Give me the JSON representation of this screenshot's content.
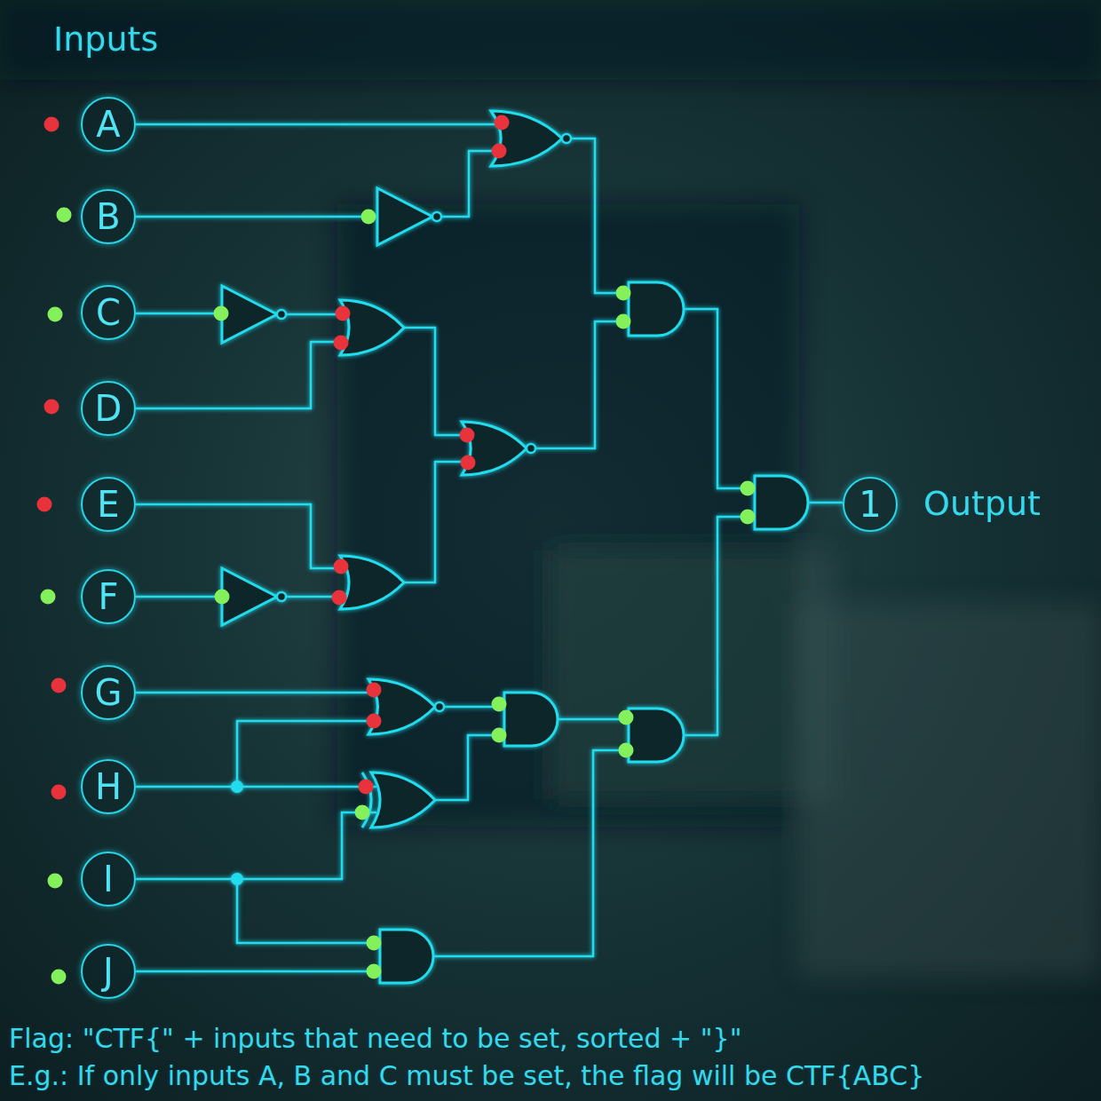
{
  "diagram": {
    "title": "Inputs",
    "nodes": [
      {
        "text": [
          "A"
        ]
      },
      {
        "text": [
          "B"
        ]
      },
      {
        "text": [
          "C"
        ]
      },
      {
        "text": [
          "D"
        ]
      },
      {
        "text": [
          "E"
        ]
      },
      {
        "text": [
          "F"
        ]
      },
      {
        "text": [
          "G"
        ]
      },
      {
        "text": [
          "H"
        ]
      },
      {
        "text": [
          "I"
        ]
      },
      {
        "text": [
          "J"
        ]
      },
      {
        "text": [
          "1"
        ]
      }
    ],
    "labels": [
      "Output",
      "Flag: \"CTF{\" + inputs that need to be set, sorted + \"}\"",
      "E.g.: If only inputs A, B and C must be set, the flag will be CTF{ABC}"
    ]
  }
}
